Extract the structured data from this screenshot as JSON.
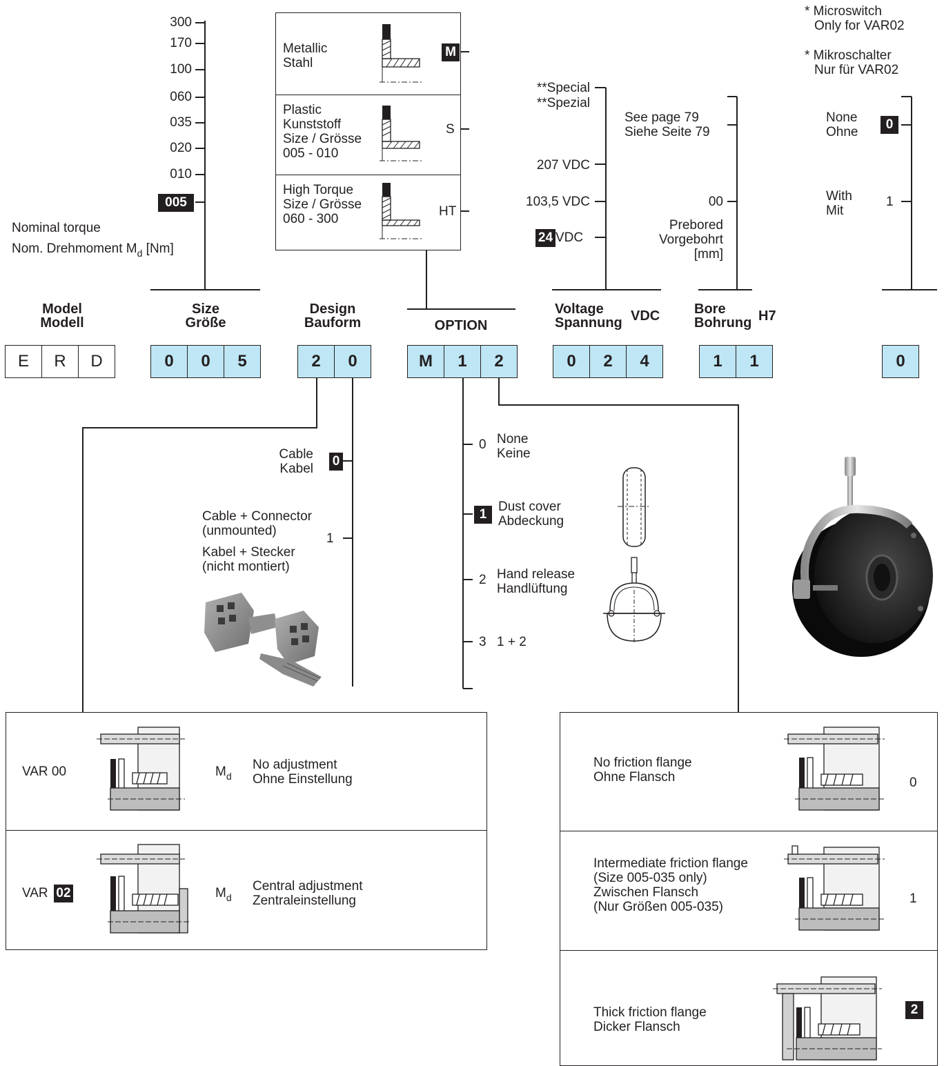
{
  "notes": {
    "microswitch_en": "* Microswitch",
    "microswitch_en2": "Only for VAR02",
    "microswitch_de": "* Mikroschalter",
    "microswitch_de2": "Nur für VAR02"
  },
  "size": {
    "ticks": [
      "300",
      "170",
      "100",
      "060",
      "035",
      "020",
      "010"
    ],
    "selected": "005",
    "label_en": "Nominal  torque",
    "label_de": "Nom. Drehmoment  M",
    "label_sub": "d",
    "label_unit": " [Nm]"
  },
  "design_panel": {
    "metallic_1": "Metallic",
    "metallic_2": "Stahl",
    "metallic_code": "M",
    "plastic_1": "Plastic",
    "plastic_2": "Kunststoff",
    "plastic_3": "Size / Grösse",
    "plastic_4": "005 - 010",
    "plastic_code": "S",
    "ht_1": "High Torque",
    "ht_2": "Size / Grösse",
    "ht_3": "060 - 300",
    "ht_code": "HT"
  },
  "voltage": {
    "special_1": "**Special",
    "special_2": "**Spezial",
    "v207": "207 VDC",
    "v103": "103,5 VDC",
    "v24_num": "24",
    "v24_unit": " VDC"
  },
  "bore": {
    "see_1": "See page 79",
    "see_2": "Siehe Seite 79",
    "code_00": "00",
    "pre_1": "Prebored",
    "pre_2": "Vorgebohrt",
    "pre_3": "[mm]"
  },
  "microswitch": {
    "none_1": "None",
    "none_2": "Ohne",
    "none_code": "0",
    "with_1": "With",
    "with_2": "Mit",
    "with_code": "1"
  },
  "headers": {
    "model_1": "Model",
    "model_2": "Modell",
    "size_1": "Size",
    "size_2": "Größe",
    "design_1": "Design",
    "design_2": "Bauform",
    "option": "OPTION",
    "voltage_1": "Voltage",
    "voltage_2": "Spannung",
    "voltage_unit": "VDC",
    "bore_1": "Bore",
    "bore_2": "Bohrung",
    "bore_unit": "H7"
  },
  "code": {
    "model": [
      "E",
      "R",
      "D"
    ],
    "size": [
      "0",
      "0",
      "5"
    ],
    "design": [
      "2",
      "0"
    ],
    "option": [
      "M",
      "1",
      "2"
    ],
    "voltage": [
      "0",
      "2",
      "4"
    ],
    "bore": [
      "1",
      "1"
    ],
    "switch": [
      "0"
    ]
  },
  "cable": {
    "cable_1": "Cable",
    "cable_2": "Kabel",
    "cable_code": "0",
    "conn_1": "Cable + Connector",
    "conn_2": "(unmounted)",
    "conn_3": "Kabel + Stecker",
    "conn_4": "(nicht montiert)",
    "conn_code": "1"
  },
  "options": {
    "o0_code": "0",
    "o0_1": "None",
    "o0_2": "Keine",
    "o1_code": "1",
    "o1_1": "Dust cover",
    "o1_2": "Abdeckung",
    "o2_code": "2",
    "o2_1": "Hand release",
    "o2_2": "Handlüftung",
    "o3_code": "3",
    "o3_1": "1 + 2"
  },
  "var": {
    "var00": "VAR 00",
    "var02_prefix": "VAR ",
    "var02_code": "02",
    "md": "M",
    "md_sub": "d",
    "v00_1": "No adjustment",
    "v00_2": "Ohne Einstellung",
    "v02_1": "Central adjustment",
    "v02_2": "Zentraleinstellung"
  },
  "flange": {
    "f0_1": "No friction flange",
    "f0_2": "Ohne Flansch",
    "f0_code": "0",
    "f1_1": "Intermediate friction flange",
    "f1_2": "(Size 005-035 only)",
    "f1_3": "Zwischen Flansch",
    "f1_4": "(Nur Größen 005-035)",
    "f1_code": "1",
    "f2_1": "Thick friction flange",
    "f2_2": "Dicker Flansch",
    "f2_code": "2"
  },
  "colors": {
    "code_box": "#bfe6f4",
    "ink": "#231f20"
  }
}
